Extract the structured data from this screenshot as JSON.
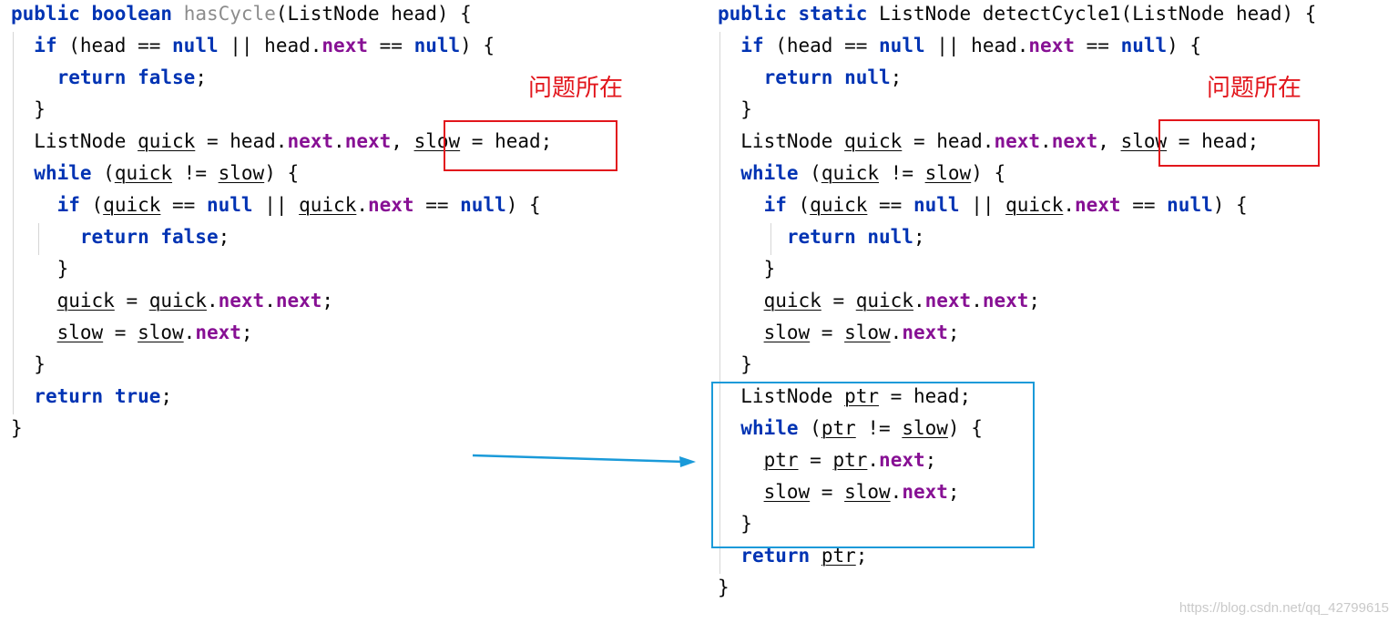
{
  "colors": {
    "keyword": "#0033b3",
    "field": "#871094",
    "text": "#080808",
    "unused_method": "#8c8c8c",
    "red_annotation": "#e2161c",
    "blue_annotation": "#1a9ad9",
    "watermark": "#c9c9c9"
  },
  "left_code": {
    "lines": [
      [
        {
          "t": "public",
          "c": "kw"
        },
        {
          "t": " "
        },
        {
          "t": "boolean",
          "c": "kw"
        },
        {
          "t": " "
        },
        {
          "t": "hasCycle",
          "c": "unused"
        },
        {
          "t": "(ListNode head) {"
        }
      ],
      [
        {
          "t": "  "
        },
        {
          "t": "if",
          "c": "kw"
        },
        {
          "t": " (head == "
        },
        {
          "t": "null",
          "c": "kw"
        },
        {
          "t": " || head."
        },
        {
          "t": "next",
          "c": "field"
        },
        {
          "t": " == "
        },
        {
          "t": "null",
          "c": "kw"
        },
        {
          "t": ") {"
        }
      ],
      [
        {
          "t": "    "
        },
        {
          "t": "return",
          "c": "kw"
        },
        {
          "t": " "
        },
        {
          "t": "false",
          "c": "kw"
        },
        {
          "t": ";"
        }
      ],
      [
        {
          "t": "  }"
        }
      ],
      [
        {
          "t": "  ListNode "
        },
        {
          "t": "quick",
          "c": "ul"
        },
        {
          "t": " = head."
        },
        {
          "t": "next",
          "c": "field"
        },
        {
          "t": "."
        },
        {
          "t": "next",
          "c": "field"
        },
        {
          "t": ", "
        },
        {
          "t": "slow",
          "c": "ul"
        },
        {
          "t": " = head;"
        }
      ],
      [
        {
          "t": "  "
        },
        {
          "t": "while",
          "c": "kw"
        },
        {
          "t": " ("
        },
        {
          "t": "quick",
          "c": "ul"
        },
        {
          "t": " != "
        },
        {
          "t": "slow",
          "c": "ul"
        },
        {
          "t": ") {"
        }
      ],
      [
        {
          "t": "    "
        },
        {
          "t": "if",
          "c": "kw"
        },
        {
          "t": " ("
        },
        {
          "t": "quick",
          "c": "ul"
        },
        {
          "t": " == "
        },
        {
          "t": "null",
          "c": "kw"
        },
        {
          "t": " || "
        },
        {
          "t": "quick",
          "c": "ul"
        },
        {
          "t": "."
        },
        {
          "t": "next",
          "c": "field"
        },
        {
          "t": " == "
        },
        {
          "t": "null",
          "c": "kw"
        },
        {
          "t": ") {"
        }
      ],
      [
        {
          "t": "      "
        },
        {
          "t": "return",
          "c": "kw"
        },
        {
          "t": " "
        },
        {
          "t": "false",
          "c": "kw"
        },
        {
          "t": ";"
        }
      ],
      [
        {
          "t": "    }"
        }
      ],
      [
        {
          "t": "    "
        },
        {
          "t": "quick",
          "c": "ul"
        },
        {
          "t": " = "
        },
        {
          "t": "quick",
          "c": "ul"
        },
        {
          "t": "."
        },
        {
          "t": "next",
          "c": "field"
        },
        {
          "t": "."
        },
        {
          "t": "next",
          "c": "field"
        },
        {
          "t": ";"
        }
      ],
      [
        {
          "t": "    "
        },
        {
          "t": "slow",
          "c": "ul"
        },
        {
          "t": " = "
        },
        {
          "t": "slow",
          "c": "ul"
        },
        {
          "t": "."
        },
        {
          "t": "next",
          "c": "field"
        },
        {
          "t": ";"
        }
      ],
      [
        {
          "t": "  }"
        }
      ],
      [
        {
          "t": "  "
        },
        {
          "t": "return",
          "c": "kw"
        },
        {
          "t": " "
        },
        {
          "t": "true",
          "c": "kw"
        },
        {
          "t": ";"
        }
      ],
      [
        {
          "t": "}"
        }
      ]
    ]
  },
  "right_code": {
    "lines": [
      [
        {
          "t": "public",
          "c": "kw"
        },
        {
          "t": " "
        },
        {
          "t": "static",
          "c": "kw"
        },
        {
          "t": " ListNode detectCycle1(ListNode head) {"
        }
      ],
      [
        {
          "t": "  "
        },
        {
          "t": "if",
          "c": "kw"
        },
        {
          "t": " (head == "
        },
        {
          "t": "null",
          "c": "kw"
        },
        {
          "t": " || head."
        },
        {
          "t": "next",
          "c": "field"
        },
        {
          "t": " == "
        },
        {
          "t": "null",
          "c": "kw"
        },
        {
          "t": ") {"
        }
      ],
      [
        {
          "t": "    "
        },
        {
          "t": "return",
          "c": "kw"
        },
        {
          "t": " "
        },
        {
          "t": "null",
          "c": "kw"
        },
        {
          "t": ";"
        }
      ],
      [
        {
          "t": "  }"
        }
      ],
      [
        {
          "t": "  ListNode "
        },
        {
          "t": "quick",
          "c": "ul"
        },
        {
          "t": " = head."
        },
        {
          "t": "next",
          "c": "field"
        },
        {
          "t": "."
        },
        {
          "t": "next",
          "c": "field"
        },
        {
          "t": ", "
        },
        {
          "t": "slow",
          "c": "ul"
        },
        {
          "t": " = head;"
        }
      ],
      [
        {
          "t": "  "
        },
        {
          "t": "while",
          "c": "kw"
        },
        {
          "t": " ("
        },
        {
          "t": "quick",
          "c": "ul"
        },
        {
          "t": " != "
        },
        {
          "t": "slow",
          "c": "ul"
        },
        {
          "t": ") {"
        }
      ],
      [
        {
          "t": "    "
        },
        {
          "t": "if",
          "c": "kw"
        },
        {
          "t": " ("
        },
        {
          "t": "quick",
          "c": "ul"
        },
        {
          "t": " == "
        },
        {
          "t": "null",
          "c": "kw"
        },
        {
          "t": " || "
        },
        {
          "t": "quick",
          "c": "ul"
        },
        {
          "t": "."
        },
        {
          "t": "next",
          "c": "field"
        },
        {
          "t": " == "
        },
        {
          "t": "null",
          "c": "kw"
        },
        {
          "t": ") {"
        }
      ],
      [
        {
          "t": "      "
        },
        {
          "t": "return",
          "c": "kw"
        },
        {
          "t": " "
        },
        {
          "t": "null",
          "c": "kw"
        },
        {
          "t": ";"
        }
      ],
      [
        {
          "t": "    }"
        }
      ],
      [
        {
          "t": "    "
        },
        {
          "t": "quick",
          "c": "ul"
        },
        {
          "t": " = "
        },
        {
          "t": "quick",
          "c": "ul"
        },
        {
          "t": "."
        },
        {
          "t": "next",
          "c": "field"
        },
        {
          "t": "."
        },
        {
          "t": "next",
          "c": "field"
        },
        {
          "t": ";"
        }
      ],
      [
        {
          "t": "    "
        },
        {
          "t": "slow",
          "c": "ul"
        },
        {
          "t": " = "
        },
        {
          "t": "slow",
          "c": "ul"
        },
        {
          "t": "."
        },
        {
          "t": "next",
          "c": "field"
        },
        {
          "t": ";"
        }
      ],
      [
        {
          "t": "  }"
        }
      ],
      [
        {
          "t": "  ListNode "
        },
        {
          "t": "ptr",
          "c": "ul"
        },
        {
          "t": " = head;"
        }
      ],
      [
        {
          "t": "  "
        },
        {
          "t": "while",
          "c": "kw"
        },
        {
          "t": " ("
        },
        {
          "t": "ptr",
          "c": "ul"
        },
        {
          "t": " != "
        },
        {
          "t": "slow",
          "c": "ul"
        },
        {
          "t": ") {"
        }
      ],
      [
        {
          "t": "    "
        },
        {
          "t": "ptr",
          "c": "ul"
        },
        {
          "t": " = "
        },
        {
          "t": "ptr",
          "c": "ul"
        },
        {
          "t": "."
        },
        {
          "t": "next",
          "c": "field"
        },
        {
          "t": ";"
        }
      ],
      [
        {
          "t": "    "
        },
        {
          "t": "slow",
          "c": "ul"
        },
        {
          "t": " = "
        },
        {
          "t": "slow",
          "c": "ul"
        },
        {
          "t": "."
        },
        {
          "t": "next",
          "c": "field"
        },
        {
          "t": ";"
        }
      ],
      [
        {
          "t": "  }"
        }
      ],
      [
        {
          "t": "  "
        },
        {
          "t": "return",
          "c": "kw"
        },
        {
          "t": " "
        },
        {
          "t": "ptr",
          "c": "ul"
        },
        {
          "t": ";"
        }
      ],
      [
        {
          "t": "}"
        }
      ]
    ]
  },
  "annotations": {
    "left_label": "问题所在",
    "right_label": "问题所在"
  },
  "watermark": "https://blog.csdn.net/qq_42799615"
}
